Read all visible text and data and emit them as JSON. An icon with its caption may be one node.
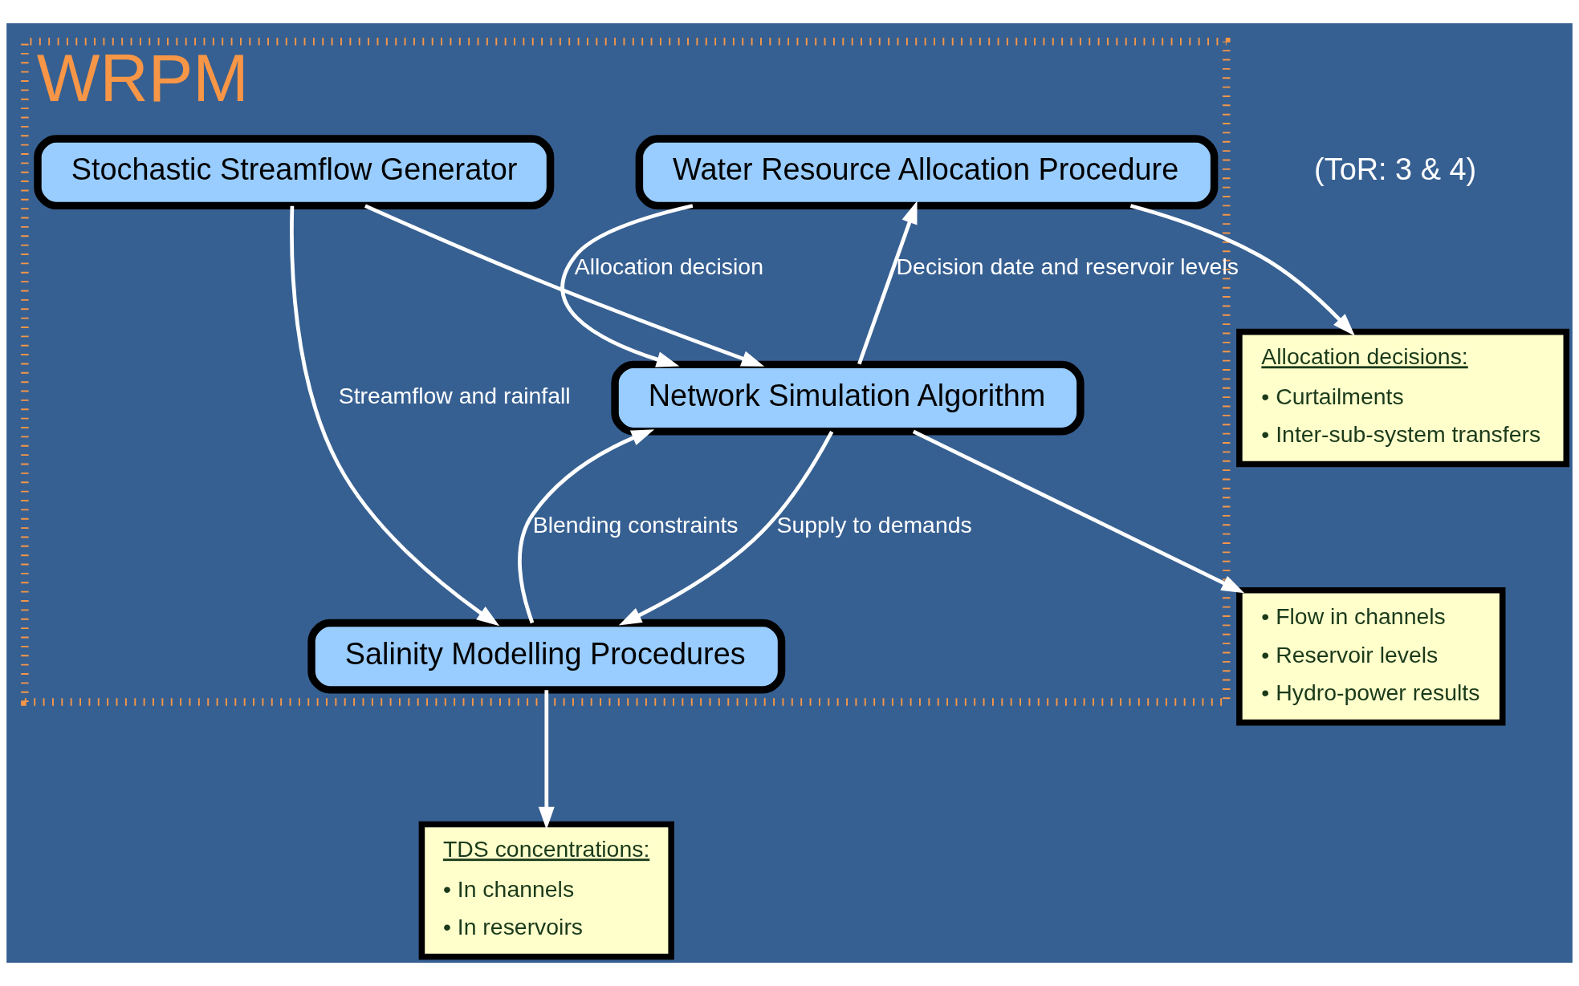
{
  "diagram": {
    "nodes": [
      {
        "text": [
          "WRPM"
        ]
      },
      {
        "text": [
          "Water Resource Allocation Procedure"
        ],
        "in": 0
      },
      {
        "text": [
          "Stochastic Streamflow Generator"
        ],
        "in": 0
      },
      {
        "text": [
          "Network Simulation Algorithm"
        ],
        "in": 0
      },
      {
        "text": [
          "Salinity Modelling Procedures"
        ],
        "in": 0
      },
      {
        "text": [
          "Allocation decisions:",
          "• Curtailments",
          "• Inter-sub-system transfers"
        ]
      },
      {
        "text": [
          "• Flow in channels",
          "• Reservoir levels",
          "• Hydro-power results"
        ]
      },
      {
        "text": [
          "TDS concentrations:",
          "• In channels",
          "• In reservoirs"
        ]
      }
    ],
    "edges": [
      {
        "from": 1,
        "to": 3,
        "arrow": "to",
        "label": "Allocation decision"
      },
      {
        "from": 3,
        "to": 1,
        "arrow": "to",
        "label": "Decision date and reservoir levels"
      },
      {
        "from": 2,
        "to": 3,
        "arrow": "to"
      },
      {
        "from": 2,
        "to": 4,
        "arrow": "to",
        "label": "Streamflow and rainfall"
      },
      {
        "from": 4,
        "to": 3,
        "arrow": "to",
        "label": "Blending constraints"
      },
      {
        "from": 3,
        "to": 4,
        "arrow": "to",
        "label": "Supply to demands"
      },
      {
        "from": 1,
        "to": 5,
        "arrow": "to"
      },
      {
        "from": 3,
        "to": 6,
        "arrow": "to"
      },
      {
        "from": 4,
        "to": 7,
        "arrow": "to"
      }
    ],
    "labels": [
      "(ToR: 3 & 4)"
    ]
  }
}
